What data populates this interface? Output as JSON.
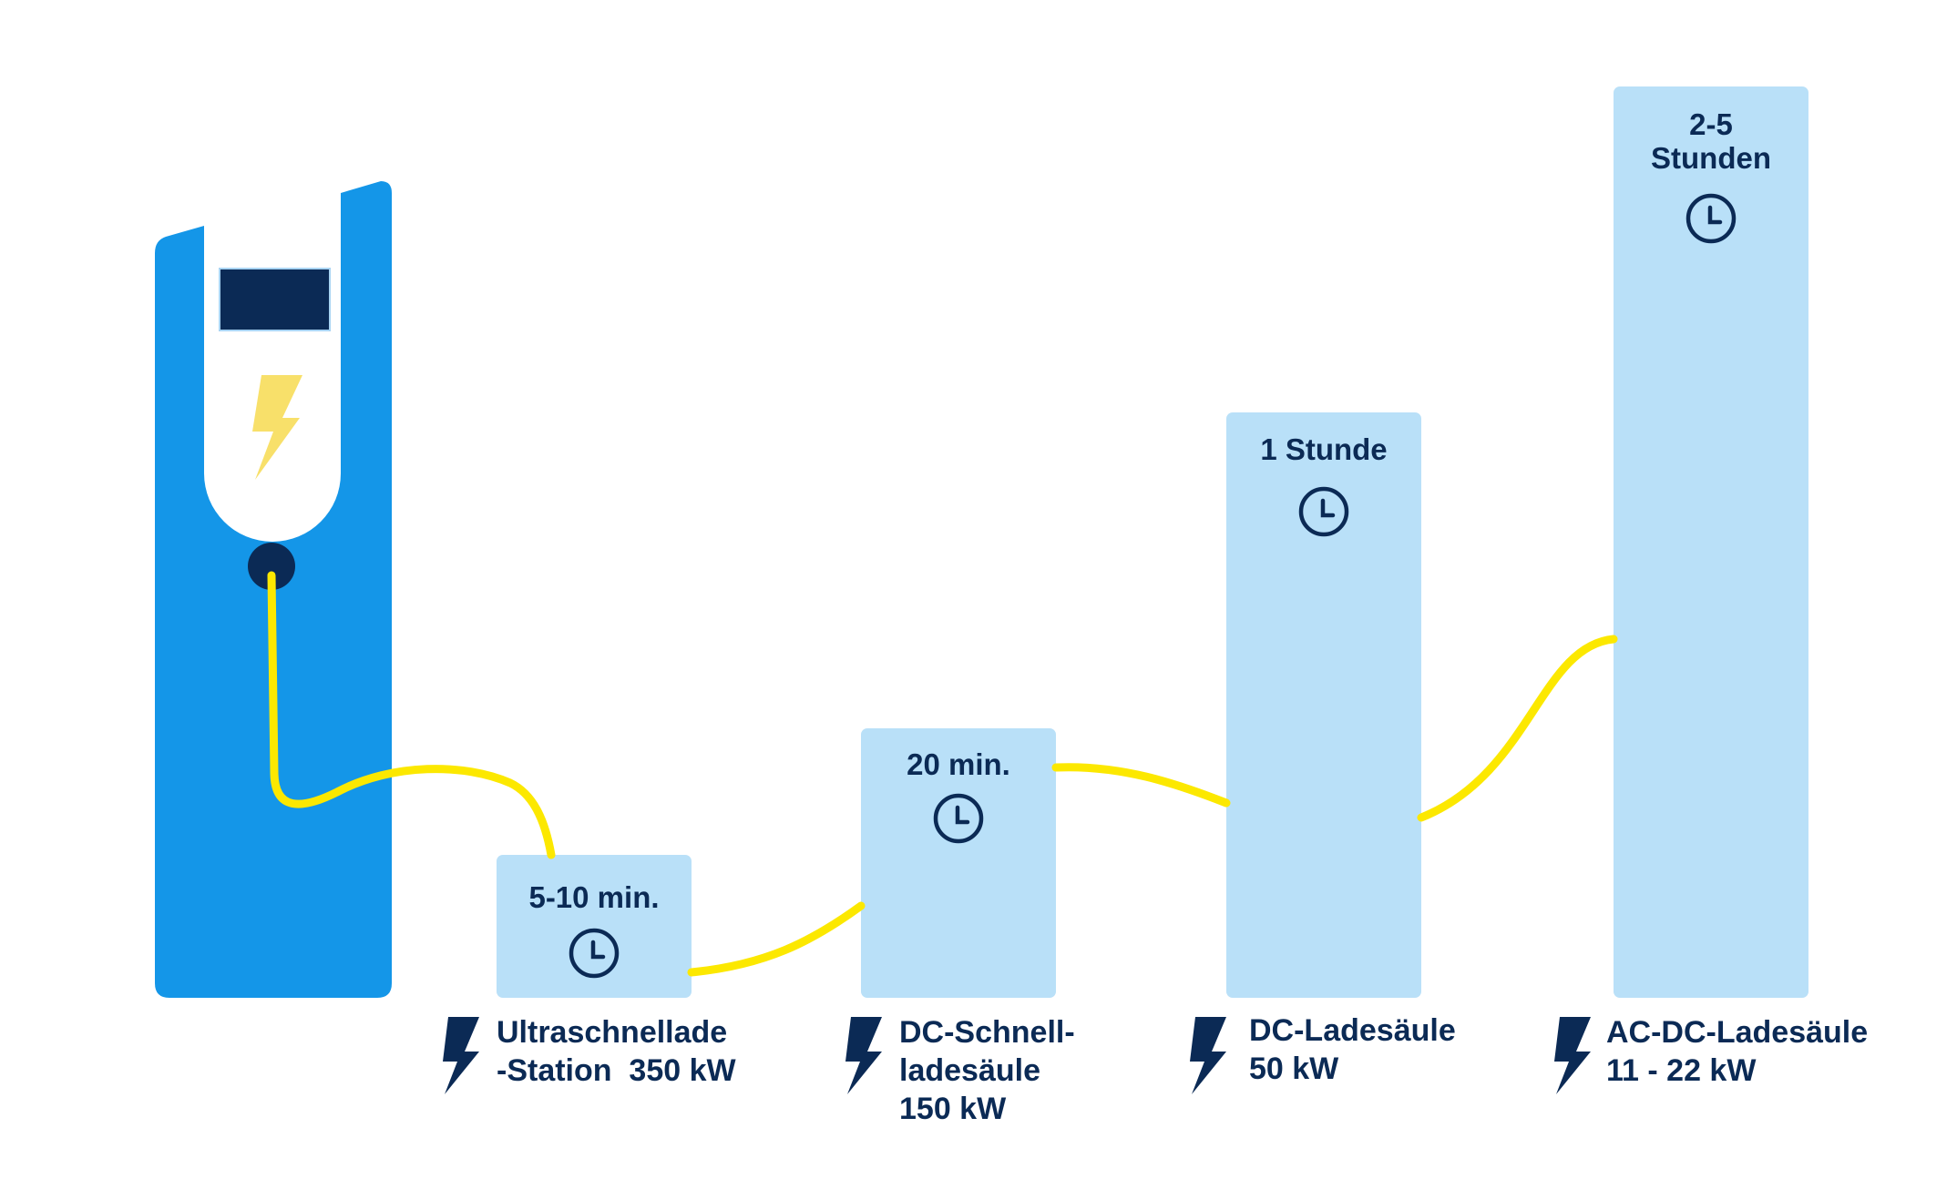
{
  "colors": {
    "pillar": "#1496e8",
    "bar": "#b9e0f8",
    "cable": "#fce800",
    "bolt_yellow": "#f8e06a",
    "navy": "#0b2a55",
    "screen_border": "#a9d4f3"
  },
  "charger": {
    "screen_icon": "display-screen",
    "bolt_icon": "lightning-bolt-icon",
    "socket_icon": "charging-socket"
  },
  "stations": [
    {
      "time_lines": [
        "5-10 min."
      ],
      "name_lines": [
        "Ultraschnellade",
        "-Station  350 kW"
      ],
      "icon": "lightning-bolt-icon",
      "clock_icon": "clock-icon"
    },
    {
      "time_lines": [
        "20 min."
      ],
      "name_lines": [
        "DC-Schnell-",
        "ladesäule",
        "150 kW"
      ],
      "icon": "lightning-bolt-icon",
      "clock_icon": "clock-icon"
    },
    {
      "time_lines": [
        "1 Stunde"
      ],
      "name_lines": [
        "DC-Ladesäule",
        "50 kW"
      ],
      "icon": "lightning-bolt-icon",
      "clock_icon": "clock-icon"
    },
    {
      "time_lines": [
        "2-5",
        "Stunden"
      ],
      "name_lines": [
        "AC-DC-Ladesäule",
        "11 - 22 kW"
      ],
      "icon": "lightning-bolt-icon",
      "clock_icon": "clock-icon"
    }
  ]
}
